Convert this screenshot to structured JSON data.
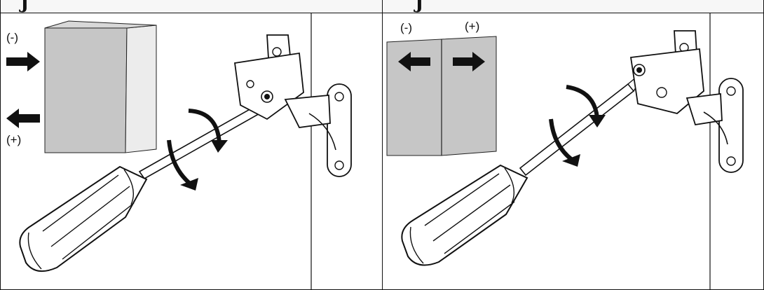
{
  "panels": [
    {
      "id": "left",
      "labels": {
        "minus": "(-)",
        "plus": "(+)"
      },
      "arrows": [
        "right",
        "left"
      ]
    },
    {
      "id": "right",
      "labels": {
        "minus": "(-)",
        "plus": "(+)"
      },
      "arrows": [
        "left",
        "right"
      ]
    }
  ],
  "colors": {
    "door_panel": "#c6c6c6",
    "cabinet_side": "#ececec",
    "line": "#111111",
    "part_fill": "#ffffff"
  },
  "icons": [
    "screwdriver-icon",
    "hinge-icon",
    "rotation-arrow-icon",
    "direction-arrow-icon"
  ]
}
